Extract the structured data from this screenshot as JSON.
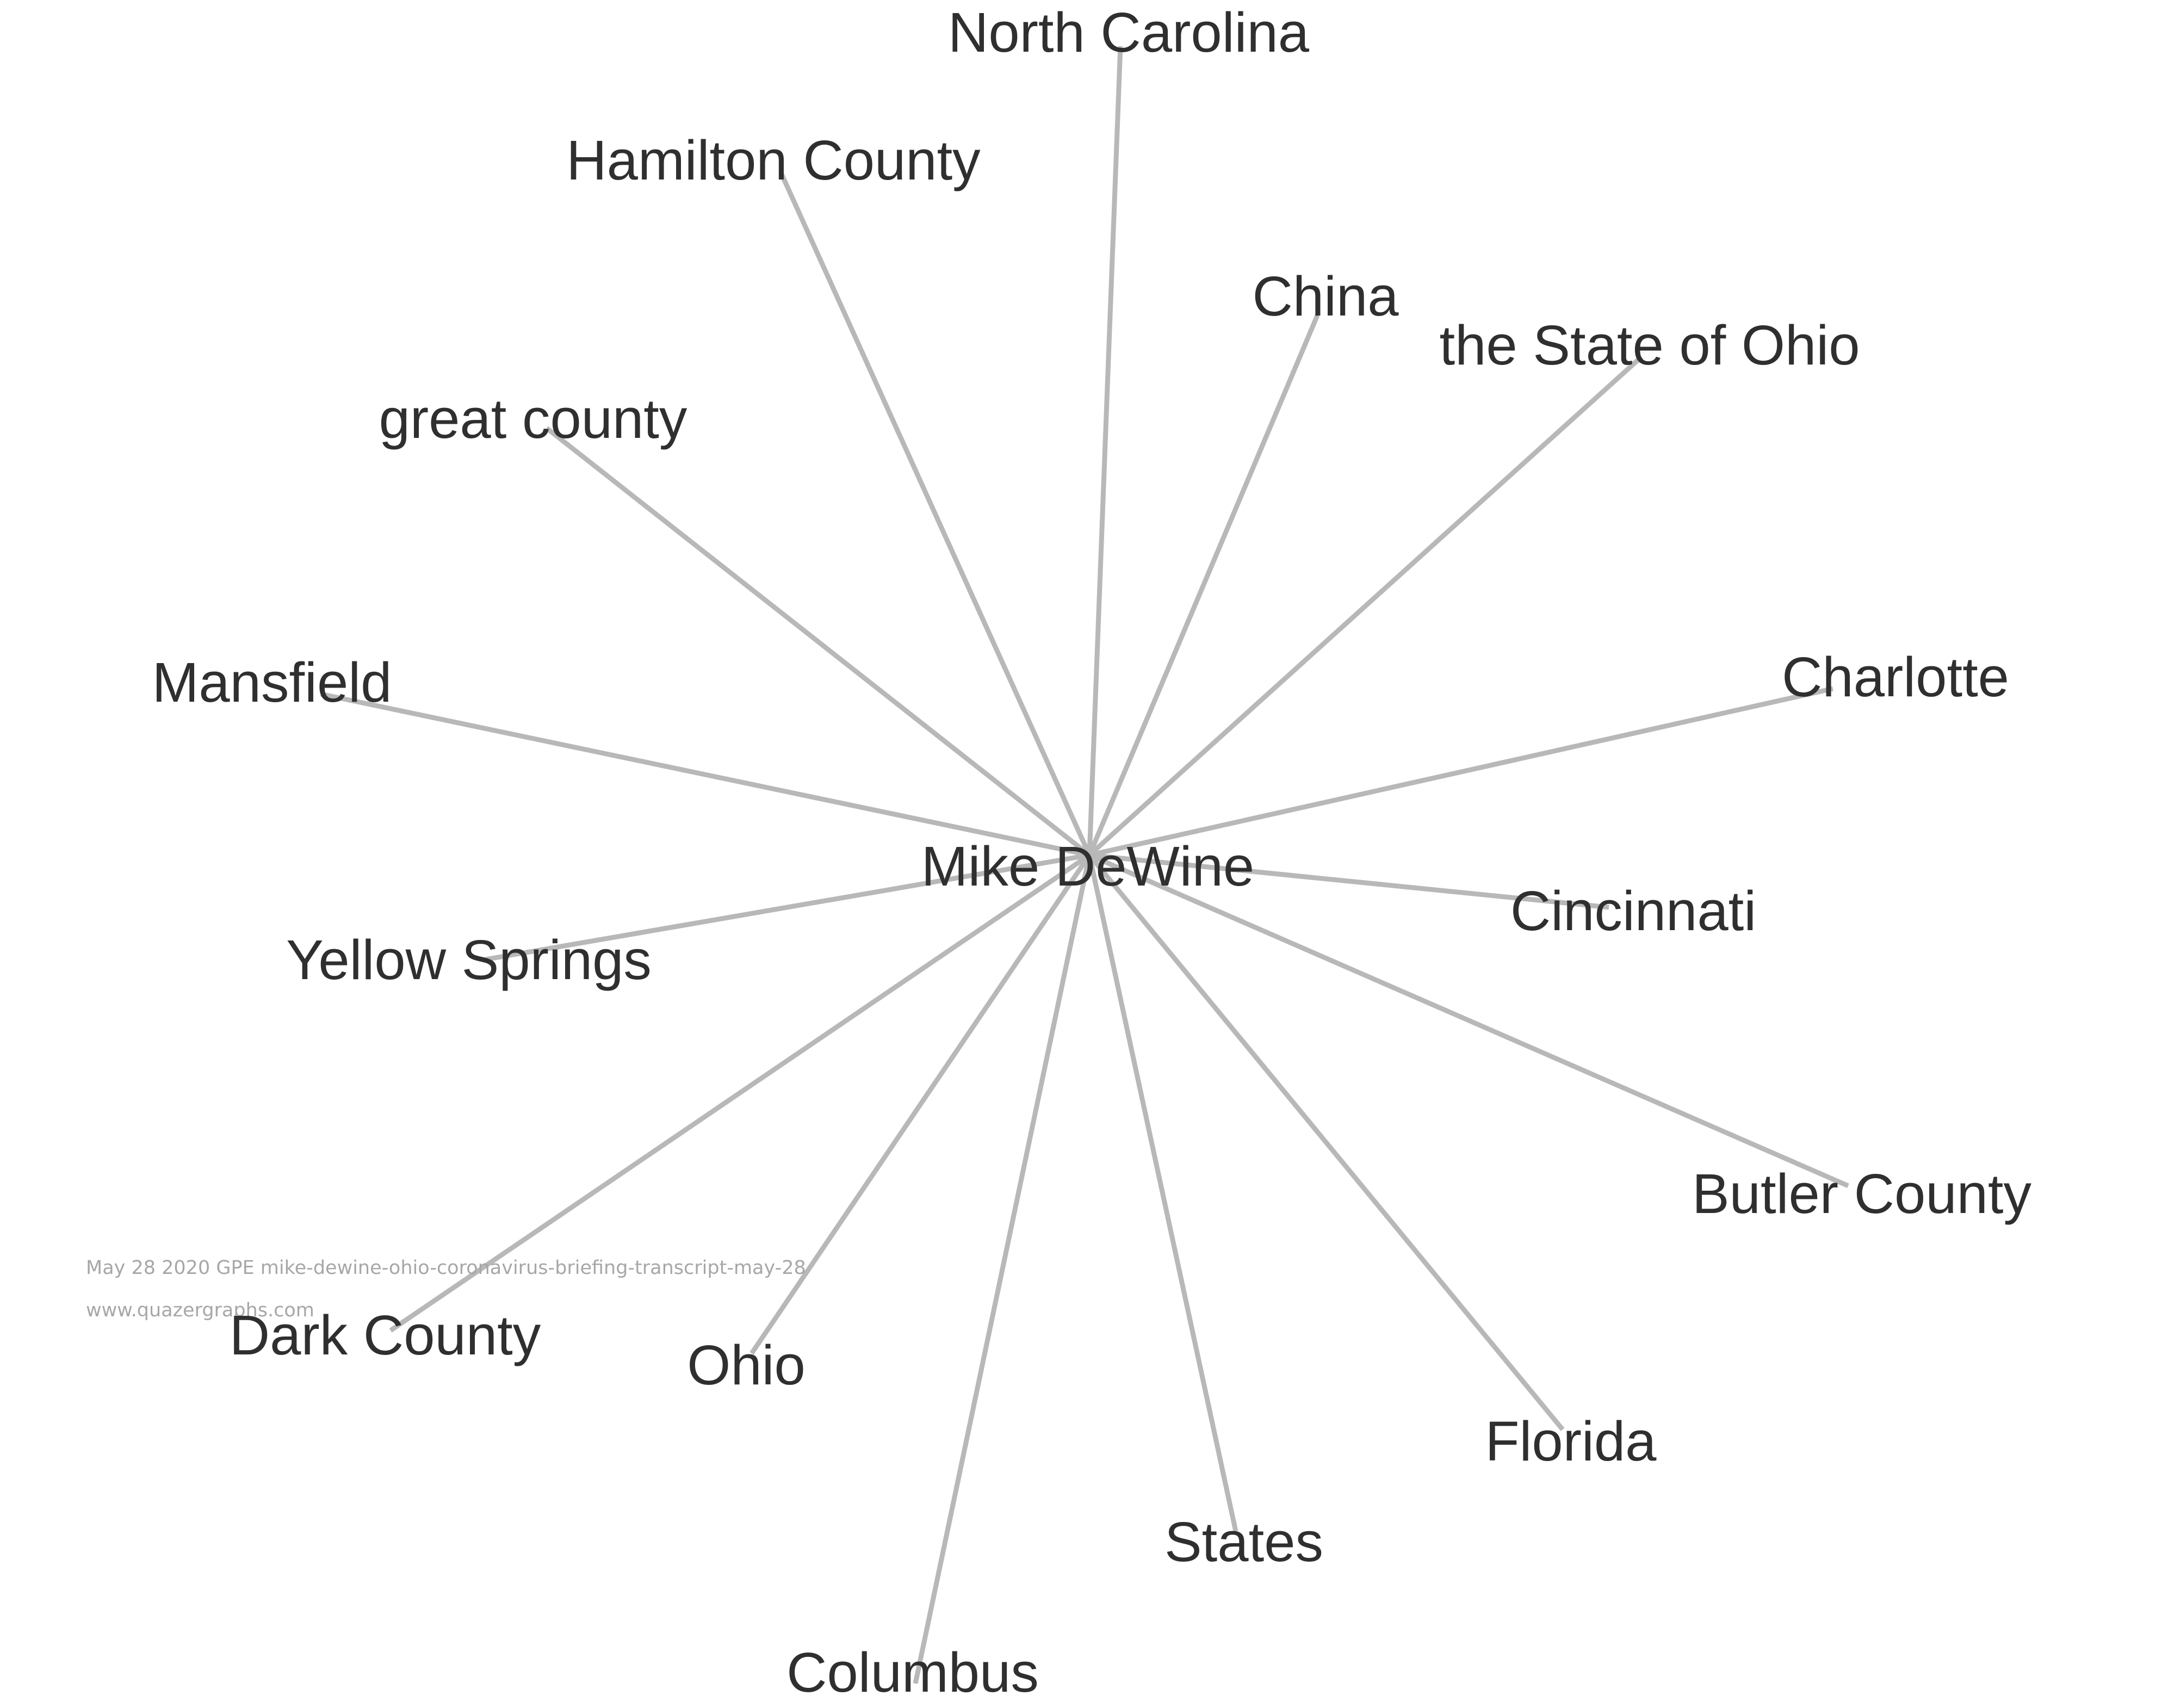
{
  "graph": {
    "center": {
      "label": "Mike DeWine"
    },
    "nodes": [
      {
        "id": "north-carolina",
        "label": "North Carolina"
      },
      {
        "id": "hamilton-county",
        "label": "Hamilton County"
      },
      {
        "id": "china",
        "label": "China"
      },
      {
        "id": "state-of-ohio",
        "label": "the State of Ohio"
      },
      {
        "id": "great-county",
        "label": "great county"
      },
      {
        "id": "mansfield",
        "label": "Mansfield"
      },
      {
        "id": "charlotte",
        "label": "Charlotte"
      },
      {
        "id": "cincinnati",
        "label": "Cincinnati"
      },
      {
        "id": "yellow-springs",
        "label": "Yellow Springs"
      },
      {
        "id": "butler-county",
        "label": "Butler County"
      },
      {
        "id": "dark-county",
        "label": "Dark County"
      },
      {
        "id": "ohio",
        "label": "Ohio"
      },
      {
        "id": "florida",
        "label": "Florida"
      },
      {
        "id": "states",
        "label": "States"
      },
      {
        "id": "columbus",
        "label": "Columbus"
      }
    ]
  },
  "credits": {
    "source_line": "May 28 2020 GPE mike-dewine-ohio-coronavirus-briefing-transcript-may-28",
    "website": "www.quazergraphs.com"
  },
  "colors": {
    "edge": "#b8b8b8",
    "label": "#2f2f2f",
    "credit": "#a7a7a7"
  }
}
